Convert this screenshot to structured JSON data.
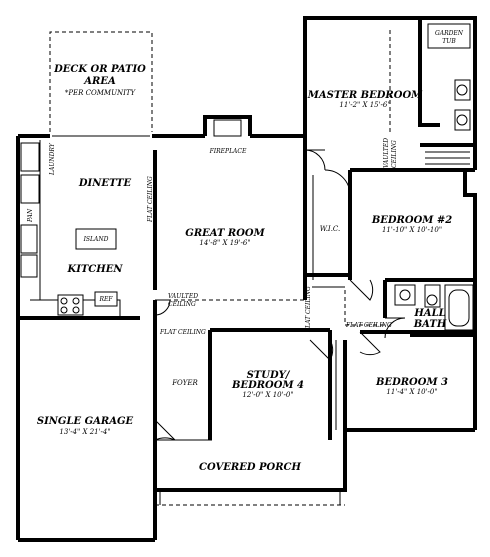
{
  "rooms": {
    "deck": {
      "line1": "DECK OR PATIO",
      "line2": "AREA",
      "line3": "*PER COMMUNITY"
    },
    "master": {
      "name": "MASTER BEDROOM",
      "dim": "11'-2\" X 15'-6\""
    },
    "garden_tub": {
      "line1": "GARDEN",
      "line2": "TUB"
    },
    "vaulted_master": {
      "line1": "VAULTED",
      "line2": "CEILING"
    },
    "fireplace": "FIREPLACE",
    "laundry": "LAUNDRY",
    "dinette": "DINETTE",
    "pan": "PAN",
    "island": "ISLAND",
    "kitchen": "KITCHEN",
    "ref": "REF",
    "flat_ceiling_left": "FLAT CEILING",
    "great_room": {
      "name": "GREAT ROOM",
      "dim": "14'-8\" X 19'-6\""
    },
    "wic": "W.I.C.",
    "bedroom2": {
      "name": "BEDROOM #2",
      "dim": "11'-10\" X 10'-10\""
    },
    "vaulted_great": {
      "line1": "VAULTED",
      "line2": "CEILING"
    },
    "flat_ceiling_hall": "FLAT CEILING",
    "flat_ceiling_bed3": "FLAT CEILING",
    "flat_ceiling_vertical": "FLAT CEILING",
    "hall_bath": {
      "line1": "HALL",
      "line2": "BATH"
    },
    "foyer": "FOYER",
    "study": {
      "line1": "STUDY/",
      "line2": "BEDROOM 4",
      "dim": "12'-0\" X 10'-0\""
    },
    "bedroom3": {
      "name": "BEDROOM 3",
      "dim": "11'-4\" X 10'-0\""
    },
    "garage": {
      "name": "SINGLE GARAGE",
      "dim": "13'-4\" X 21'-4\""
    },
    "porch": "COVERED PORCH"
  }
}
